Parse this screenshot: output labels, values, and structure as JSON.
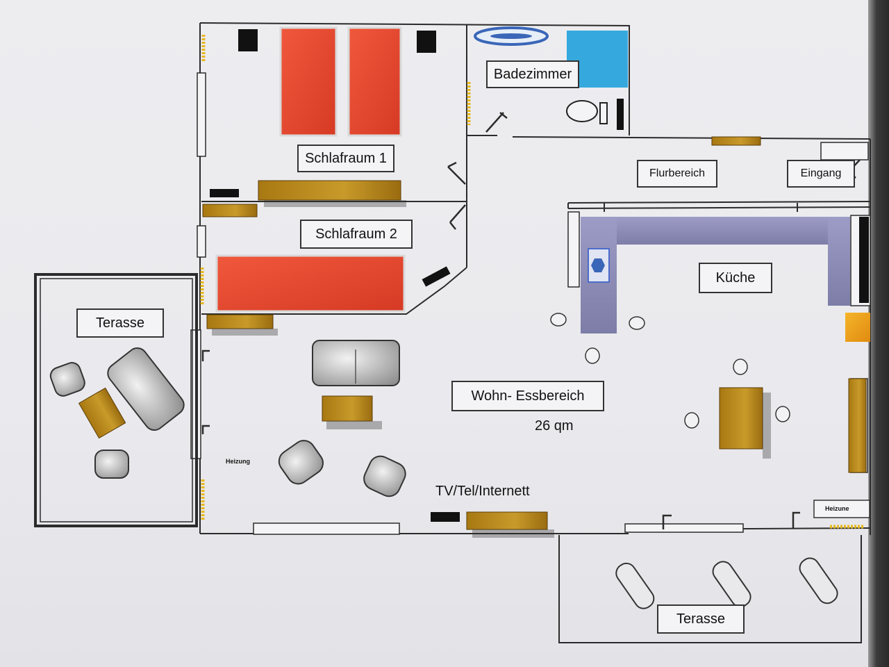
{
  "rooms": {
    "schlafraum1": "Schlafraum 1",
    "schlafraum2": "Schlafraum 2",
    "badezimmer": "Badezimmer",
    "flurbereich": "Flurbereich",
    "eingang": "Eingang",
    "kueche": "Küche",
    "terasse_west": "Terasse",
    "wohn_essbereich": "Wohn- Essbereich",
    "area": "26 qm",
    "terasse_south": "Terasse"
  },
  "annotations": {
    "heizung_living": "Heizung",
    "heizung_kitchen": "Heizune",
    "tv": "TV/Tel/Internett"
  },
  "colors": {
    "bed": "#e8412a",
    "cabinet": "#b8860b",
    "counter": "#8f8fb8",
    "shower": "#35a8dd",
    "furniture_grey": "#b5b5b5",
    "wall": "#2b2b2b"
  }
}
